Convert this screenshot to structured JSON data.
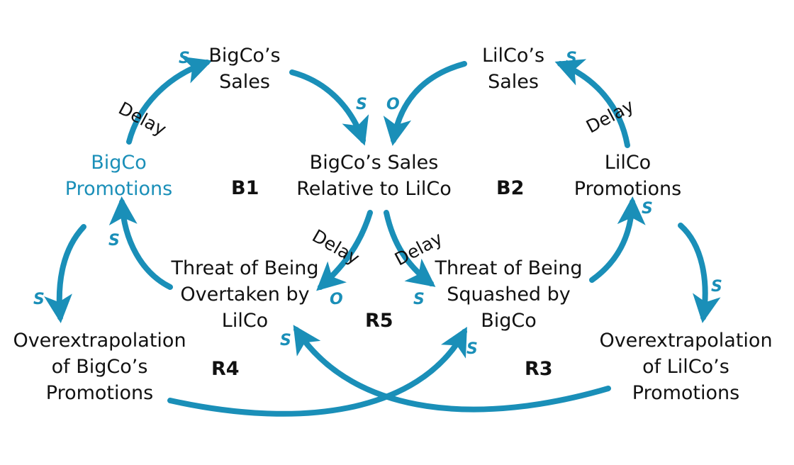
{
  "colors": {
    "arrow": "#1a8fb8",
    "text": "#111111",
    "accent_text": "#1a8fb8",
    "background": "#ffffff"
  },
  "nodes": {
    "bigco_sales": [
      "BigCo’s",
      "Sales"
    ],
    "lilco_sales": [
      "LilCo’s",
      "Sales"
    ],
    "relative_sales": [
      "BigCo’s Sales",
      "Relative to LilCo"
    ],
    "bigco_promotions": [
      "BigCo",
      "Promotions"
    ],
    "lilco_promotions": [
      "LilCo",
      "Promotions"
    ],
    "threat_overtaken": [
      "Threat of Being",
      "Overtaken by",
      "LilCo"
    ],
    "threat_squashed": [
      "Threat of Being",
      "Squashed by",
      "BigCo"
    ],
    "overextrap_bigco": [
      "Overextrapolation",
      "of BigCo’s",
      "Promotions"
    ],
    "overextrap_lilco": [
      "Overextrapolation",
      "of LilCo’s",
      "Promotions"
    ]
  },
  "loops": {
    "b1": "B1",
    "b2": "B2",
    "r3": "R3",
    "r4": "R4",
    "r5": "R5"
  },
  "polarity": {
    "bigco_promo_to_sales": "S",
    "bigco_sales_to_relative": "S",
    "lilco_sales_to_relative": "O",
    "lilco_promo_to_sales": "S",
    "threat_overtaken_to_bigco_promo": "S",
    "relative_to_threat_overtaken": "O",
    "threat_squashed_to_lilco_promo": "S",
    "relative_to_threat_squashed": "S",
    "bigco_promo_to_overextrap": "S",
    "lilco_promo_to_overextrap": "S",
    "overextrap_lilco_to_threat_overtaken": "S",
    "overextrap_bigco_to_threat_squashed": "S"
  },
  "delays": {
    "bigco_promo_to_sales": "Delay",
    "lilco_promo_to_sales": "Delay",
    "relative_to_threat_overtaken": "Delay",
    "relative_to_threat_squashed": "Delay"
  }
}
